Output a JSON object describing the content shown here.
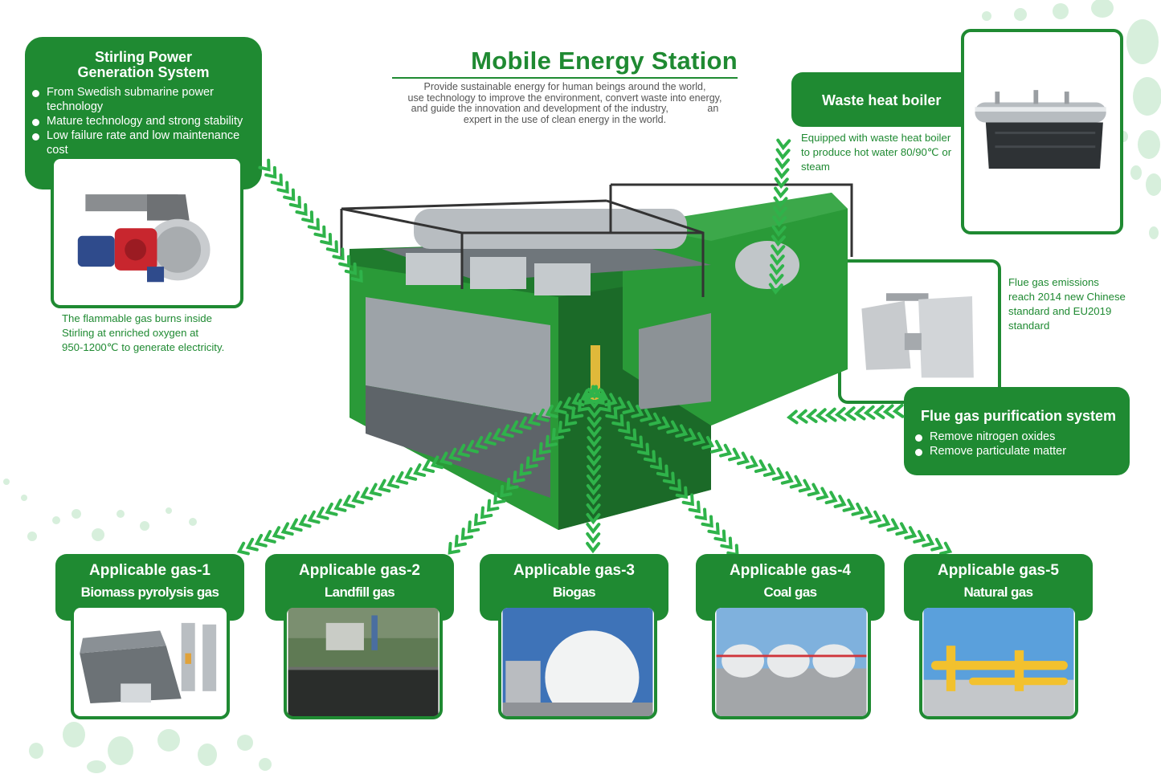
{
  "title": "Mobile Energy Station",
  "subtitle_lines": [
    "Provide sustainable energy for human beings around the world,",
    "use technology to improve the environment, convert waste into energy,",
    "and guide the innovation and development of the industry,              an",
    "expert in the use of clean energy in the world."
  ],
  "stirling": {
    "heading": "Stirling Power Generation System",
    "bullets": [
      "From Swedish submarine power technology",
      "Mature technology and strong stability",
      "Low failure rate and low maintenance cost"
    ],
    "caption_lines": [
      "The flammable gas burns inside",
      "Stirling at enriched oxygen at",
      "950-1200℃ to generate electricity."
    ]
  },
  "boiler": {
    "heading": "Waste heat boiler",
    "caption_lines": [
      "Equipped with waste heat boiler",
      "to produce hot water 80/90℃ or",
      "steam"
    ]
  },
  "flue": {
    "heading": "Flue gas purification system",
    "bullets": [
      "Remove nitrogen oxides",
      "Remove particulate matter"
    ],
    "caption_lines": [
      "Flue gas emissions",
      "reach 2014 new Chinese",
      "standard and EU2019",
      "standard"
    ]
  },
  "gases": [
    {
      "title": "Applicable gas-1",
      "name": "Biomass pyrolysis gas"
    },
    {
      "title": "Applicable gas-2",
      "name": "Landfill gas"
    },
    {
      "title": "Applicable gas-3",
      "name": "Biogas"
    },
    {
      "title": "Applicable gas-4",
      "name": "Coal gas"
    },
    {
      "title": "Applicable gas-5",
      "name": "Natural gas"
    }
  ],
  "colors": {
    "brand_green": "#1f8a32",
    "arrow_green": "#2fb34a",
    "dot_green": "#d7efdc"
  }
}
